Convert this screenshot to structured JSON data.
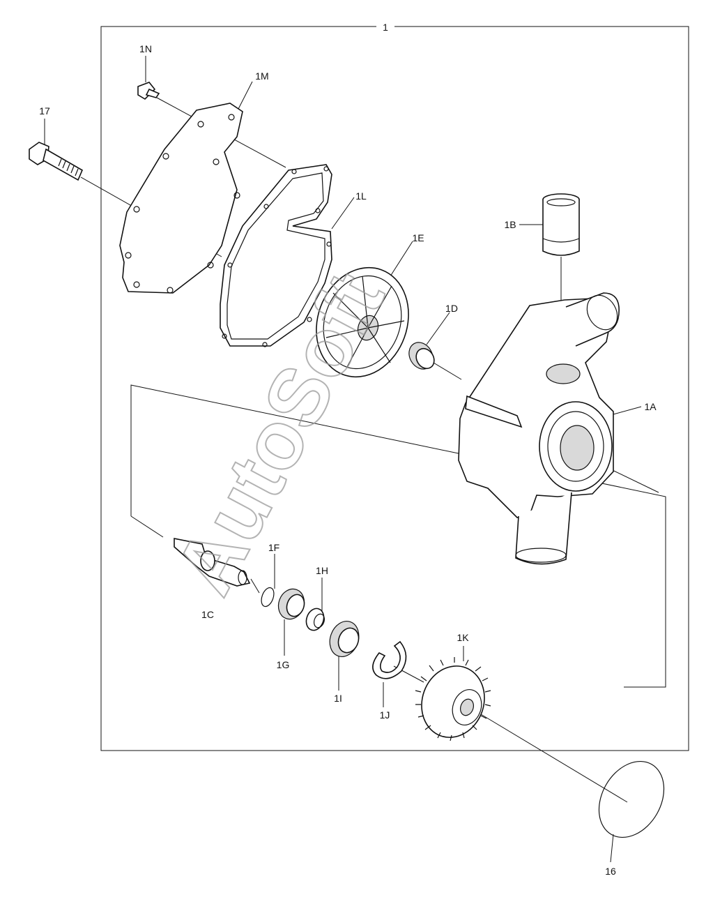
{
  "diagram": {
    "watermark": "AutoSoft",
    "assembly_label": "1",
    "labels": {
      "l17": "17",
      "l1N": "1N",
      "l1M": "1M",
      "l1L": "1L",
      "l1E": "1E",
      "l1D": "1D",
      "l1B": "1B",
      "l1A": "1A",
      "l1F": "1F",
      "l1C": "1C",
      "l1H": "1H",
      "l1G": "1G",
      "l1I": "1I",
      "l1J": "1J",
      "l1K": "1K",
      "l16": "16"
    }
  }
}
